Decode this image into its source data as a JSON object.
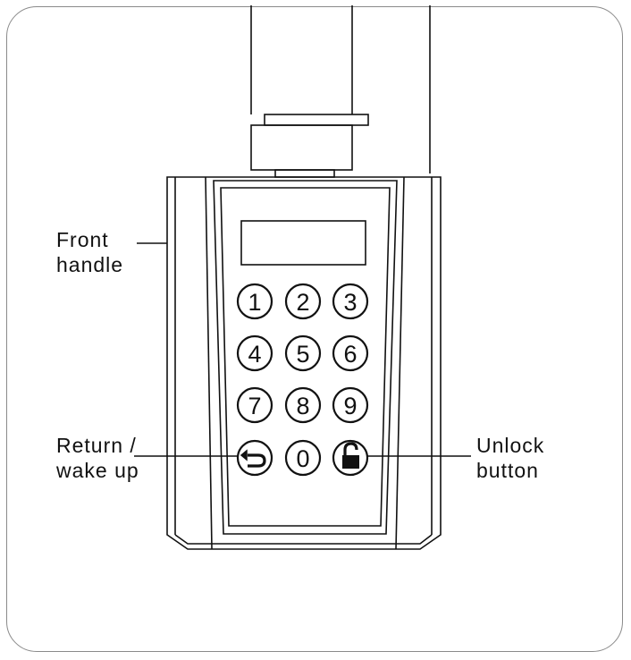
{
  "labels": {
    "front_handle_line1": "Front",
    "front_handle_line2": "handle",
    "return_line1": "Return /",
    "return_line2": "wake up",
    "unlock_line1": "Unlock",
    "unlock_line2": "button"
  },
  "keypad": {
    "keys": [
      "1",
      "2",
      "3",
      "4",
      "5",
      "6",
      "7",
      "8",
      "9",
      "return-icon",
      "0",
      "lock-icon"
    ]
  }
}
